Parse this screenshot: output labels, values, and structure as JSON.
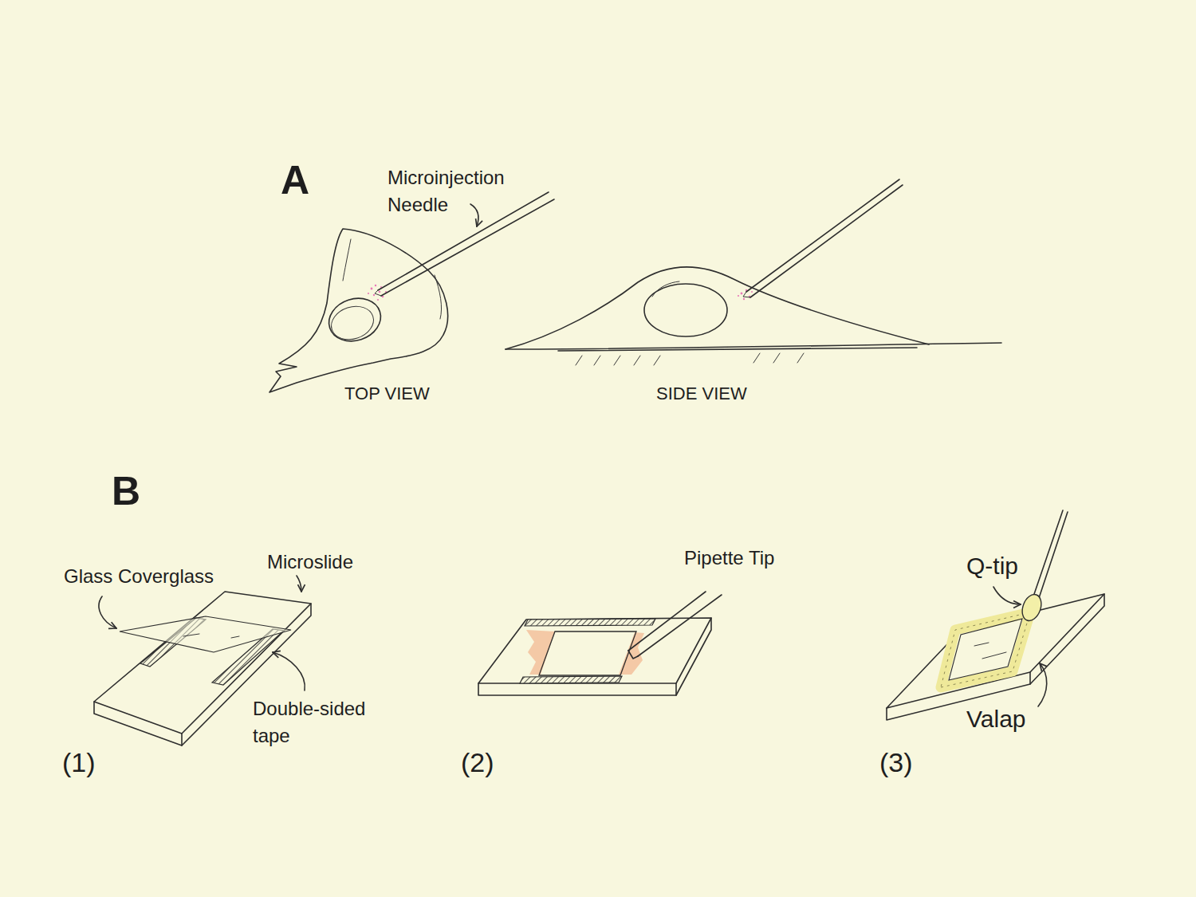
{
  "diagram": {
    "labels": [
      "A",
      "Microinjection Needle",
      "TOP VIEW",
      "SIDE VIEW",
      "B",
      "Glass Coverglass",
      "Microslide",
      "Double-sided tape",
      "(1)",
      "Pipette Tip",
      "(2)",
      "Q-tip",
      "Valap",
      "(3)"
    ]
  }
}
